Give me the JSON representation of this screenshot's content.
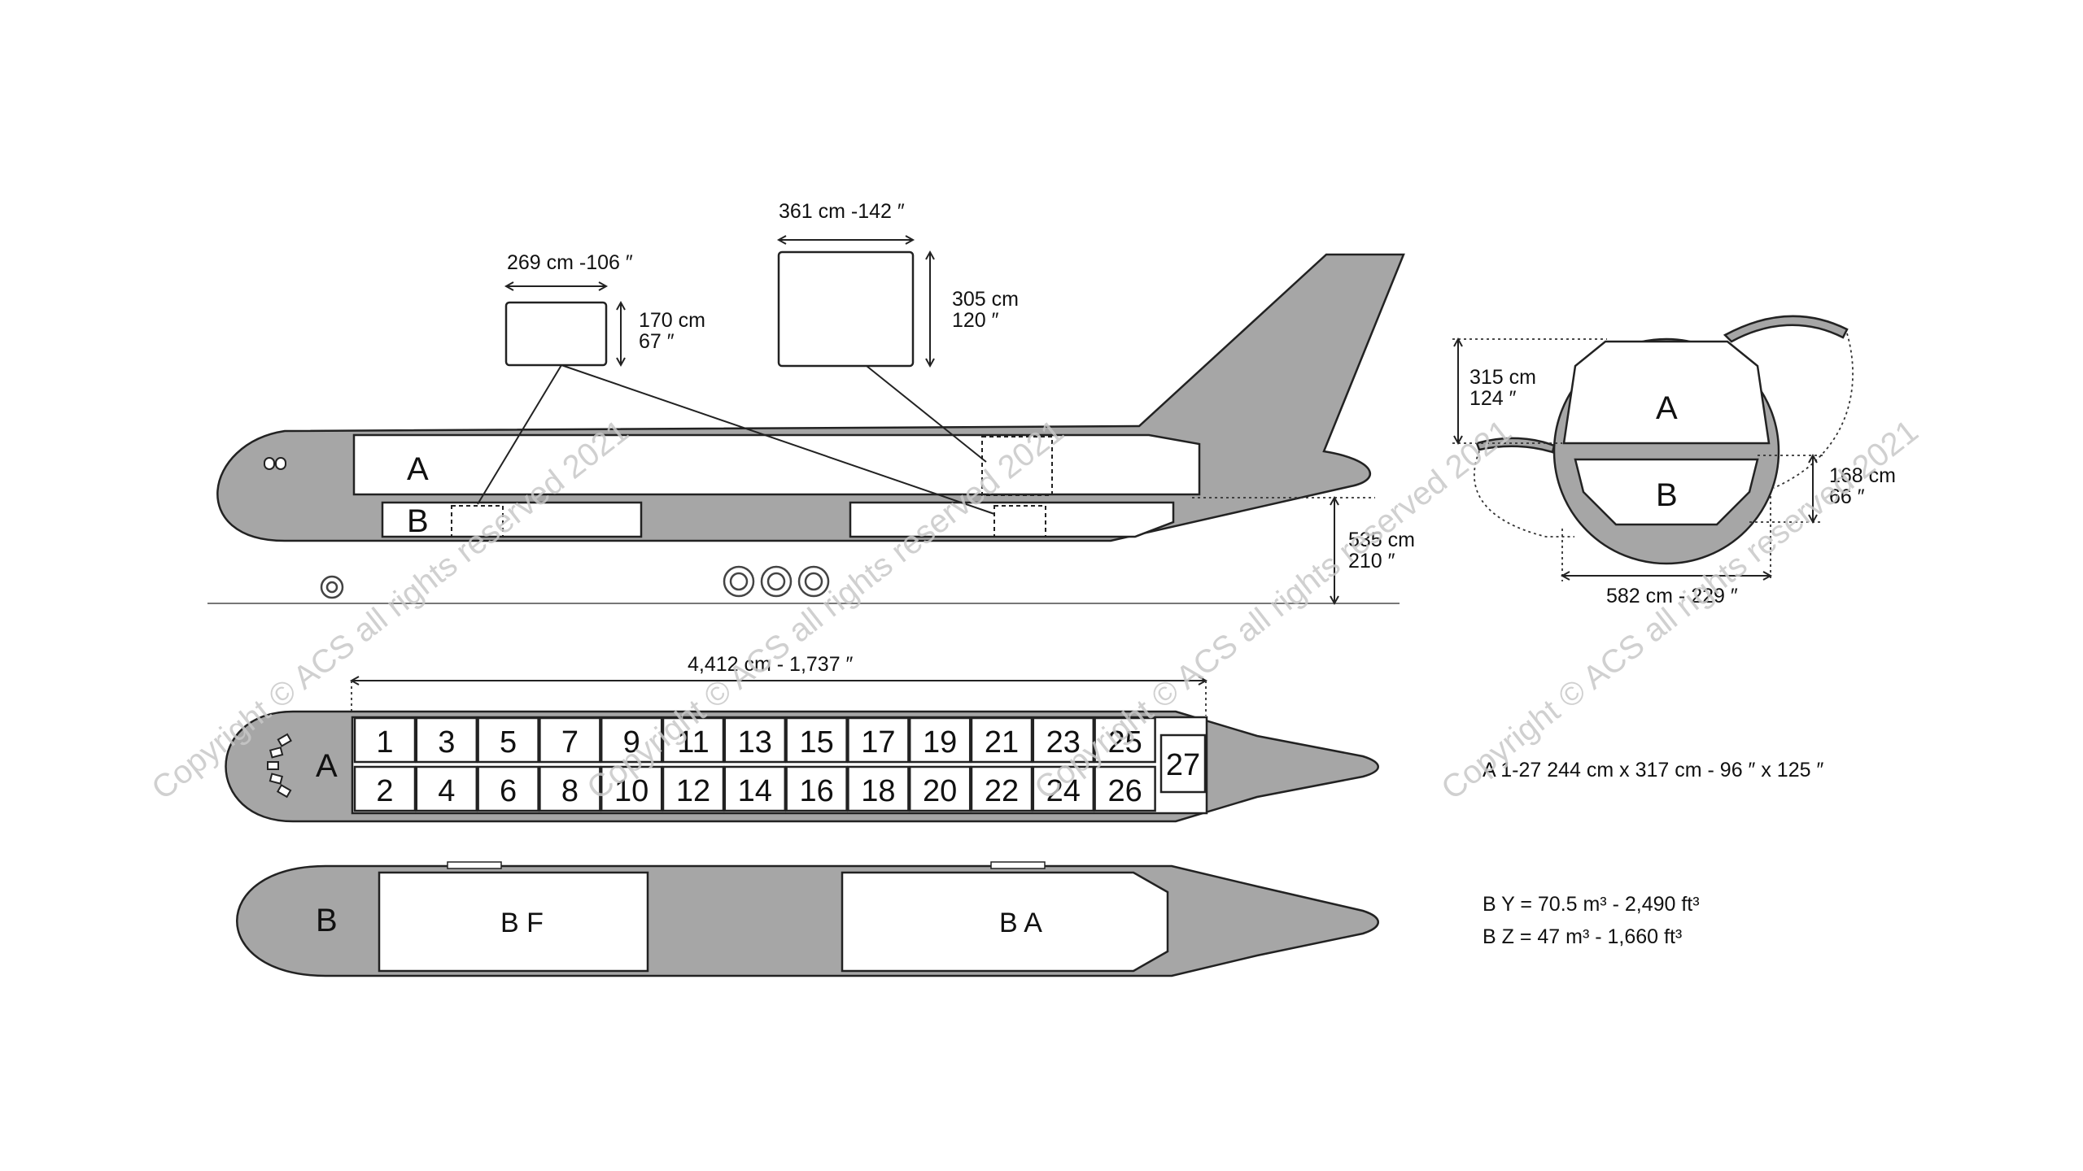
{
  "side_view": {
    "main_deck_label": "A",
    "lower_deck_label": "B",
    "small_pallet": {
      "width": "269 cm -106 ″",
      "height_cm": "170 cm",
      "height_in": "67 ″"
    },
    "large_pallet": {
      "width": "361 cm -142 ″",
      "height_cm": "305 cm",
      "height_in": "120 ″"
    },
    "door_sill_height": {
      "cm": "535 cm",
      "in": "210 ″"
    }
  },
  "cross_section": {
    "main_label": "A",
    "lower_label": "B",
    "main_height": {
      "cm": "315 cm",
      "in": "124 ″"
    },
    "lower_height": {
      "cm": "168 cm",
      "in": "66 ″"
    },
    "width": "582  cm - 229 ″"
  },
  "main_deck_plan": {
    "label": "A",
    "length": "4,412 cm - 1,737 ″",
    "positions_top": [
      "1",
      "3",
      "5",
      "7",
      "9",
      "11",
      "13",
      "15",
      "17",
      "19",
      "21",
      "23",
      "25"
    ],
    "positions_bottom": [
      "2",
      "4",
      "6",
      "8",
      "10",
      "12",
      "14",
      "16",
      "18",
      "20",
      "22",
      "24",
      "26"
    ],
    "position_end": "27",
    "spec": "A 1-27  244 cm x 317 cm - 96 ″ x 125 ″"
  },
  "lower_deck_plan": {
    "label": "B",
    "forward_hold": "B F",
    "aft_hold": "B A",
    "spec_y": "B Y =  70.5 m³ - 2,490 ft³",
    "spec_z": "B Z =  47 m³ - 1,660 ft³"
  },
  "watermark": "Copyright © ACS all rights reserved 2021"
}
